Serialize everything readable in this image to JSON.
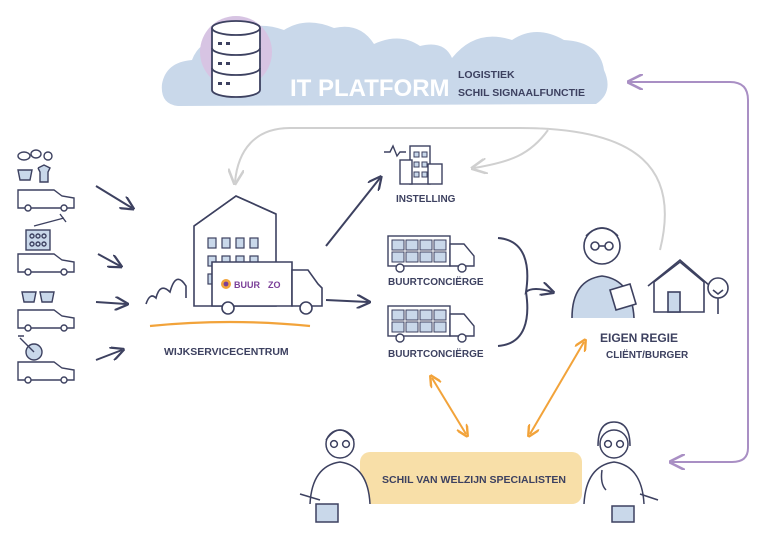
{
  "cloud": {
    "title": "IT PLATFORM",
    "sub_1": "LOGISTIEK",
    "sub_2": "SCHIL SIGNAALFUNCTIE",
    "icon": "database-icon"
  },
  "center": {
    "label": "WIJKSERVICECENTRUM",
    "truck_brand_part1": "BUUR",
    "truck_brand_part2": "ZO"
  },
  "nodes": {
    "instelling": "INSTELLING",
    "buurtconcierge_1": "BUURTCONCIËRGE",
    "buurtconcierge_2": "BUURTCONCIËRGE"
  },
  "client": {
    "title": "EIGEN REGIE",
    "subtitle": "CLIËNT/BURGER"
  },
  "specialists": {
    "label": "SCHIL VAN WELZIJN SPECIALISTEN"
  },
  "colors": {
    "ink": "#3d4160",
    "cloud": "#c9d8ea",
    "purple": "#a98fc4",
    "orange": "#f2a33a",
    "band": "#f8dfa8",
    "grey_arrow": "#d0d0d0"
  }
}
